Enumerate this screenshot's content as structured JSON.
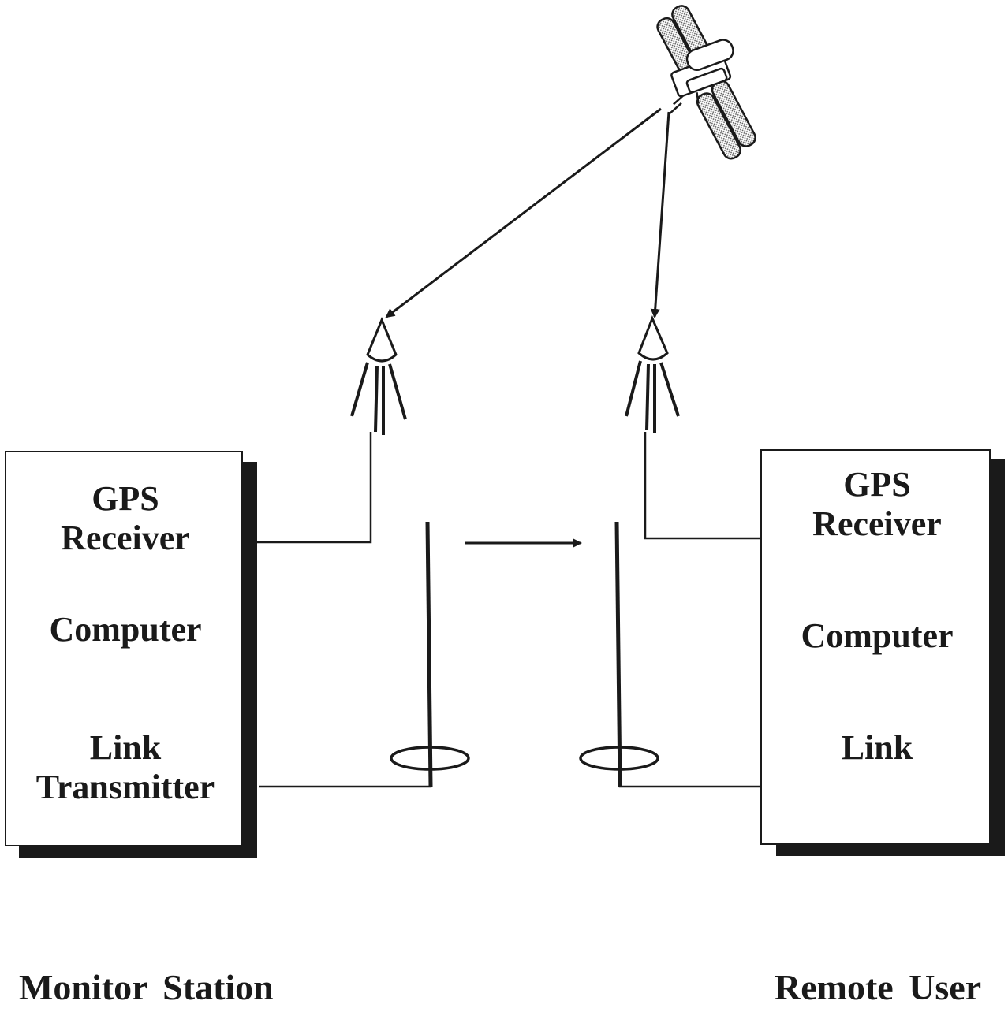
{
  "monitor_station": {
    "title": "Monitor Station",
    "gps_receiver": "GPS\nReceiver",
    "computer": "Computer",
    "link": "Link\nTransmitter"
  },
  "remote_user": {
    "title": "Remote User",
    "gps_receiver": "GPS\nReceiver",
    "computer": "Computer",
    "link": "Link"
  },
  "colors": {
    "ink": "#1a1a1a",
    "panel_stipple": "#b8b8b8",
    "background": "#ffffff"
  }
}
